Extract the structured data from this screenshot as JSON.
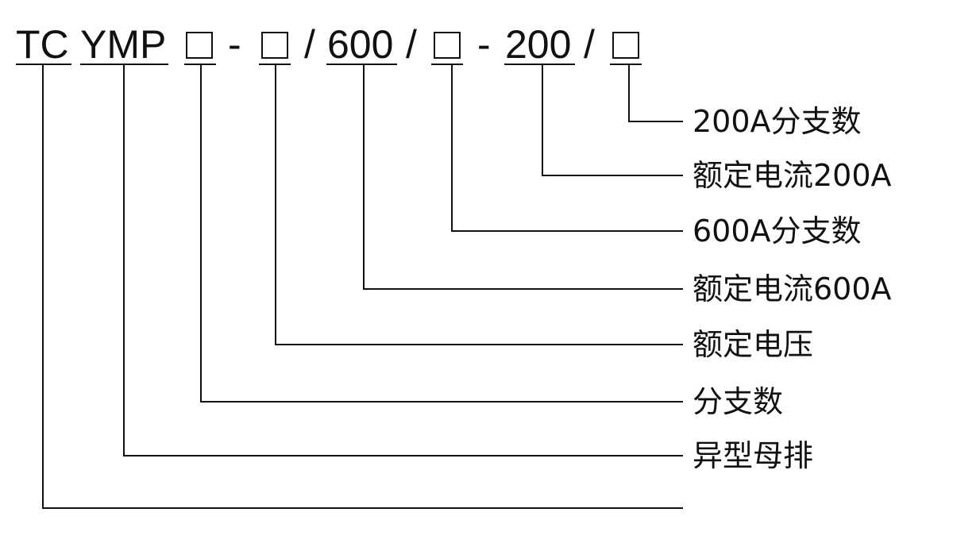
{
  "code": {
    "segments": [
      "TC",
      "YMP",
      "□",
      "-",
      "□",
      "/",
      "600",
      "/",
      "□",
      "-",
      "200",
      "/",
      "□"
    ]
  },
  "labels": [
    "200A分支数",
    "额定电流200A",
    "600A分支数",
    "额定电流600A",
    "额定电压",
    "分支数",
    "异型母排",
    ""
  ]
}
